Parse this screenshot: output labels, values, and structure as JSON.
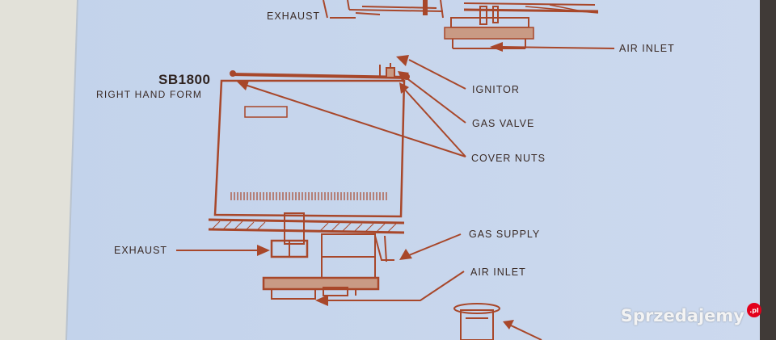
{
  "document": {
    "model": "SB1800",
    "form": "RIGHT HAND FORM",
    "labels": {
      "exhaust_top": "EXHAUST",
      "air_inlet_top": "AIR INLET",
      "ignitor": "IGNITOR",
      "gas_valve": "GAS VALVE",
      "cover_nuts": "COVER NUTS",
      "gas_supply": "GAS SUPPLY",
      "exhaust": "EXHAUST",
      "air_inlet": "AIR INLET"
    }
  },
  "watermark": {
    "text": "Sprzedajemy",
    "badge": ".pl"
  },
  "colors": {
    "paper": "#c9d8ef",
    "ink": "#a8472a",
    "label_text": "#3a2a25",
    "watermark_badge": "#e3001b"
  }
}
